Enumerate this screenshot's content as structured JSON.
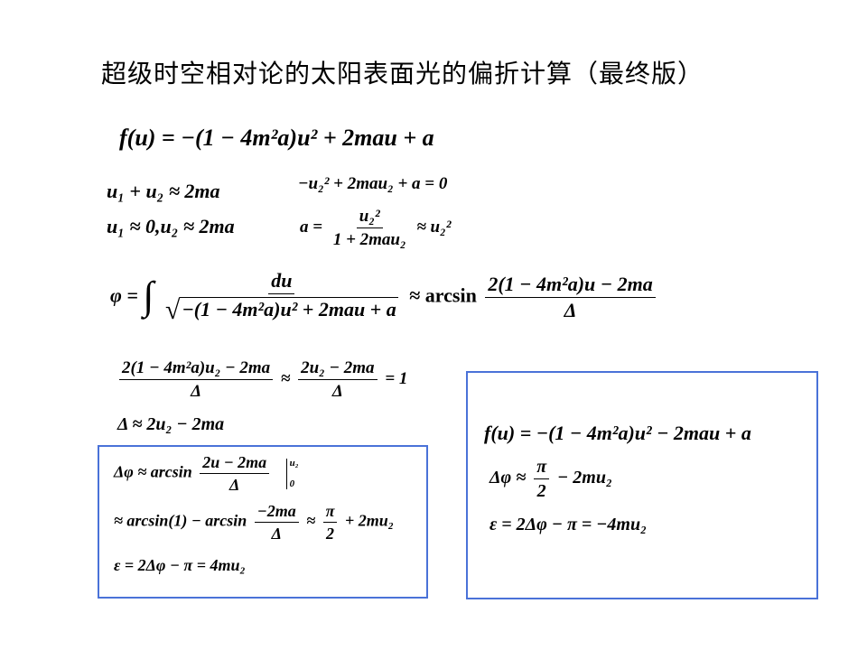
{
  "title": "超级时空相对论的太阳表面光的偏折计算（最终版）",
  "eq_f": {
    "lhs": "f(u) = ",
    "rhs": "−(1 − 4m²a)u² + 2mau + a"
  },
  "eq_sum": "u₁ + u₂ ≈ 2ma",
  "eq_roots": "u₁ ≈ 0,u₂ ≈ 2ma",
  "eq_quad": "−u₂² + 2mau₂ + a = 0",
  "eq_a": {
    "lhs": "a = ",
    "num": "u₂²",
    "den": "1 + 2mau₂",
    "rhs": "≈ u₂²"
  },
  "eq_phi": {
    "lhs": "φ = ",
    "int_num": "du",
    "int_den_rad": "−(1 − 4m²a)u² + 2mau + a",
    "approx": "≈ arcsin",
    "frac_num": "2(1 − 4m²a)u − 2ma",
    "frac_den": "Δ"
  },
  "eq_ratio": {
    "num1": "2(1 − 4m²a)u₂ − 2ma",
    "den1": "Δ",
    "mid": "≈",
    "num2": "2u₂ − 2ma",
    "den2": "Δ",
    "rhs": "= 1"
  },
  "eq_delta": "Δ ≈ 2u₂ − 2ma",
  "left_box": {
    "line1_lhs": "Δφ ≈ arcsin",
    "line1_num": "2u − 2ma",
    "line1_den": "Δ",
    "line1_upper": "u₂",
    "line1_lower": "0",
    "line2_lhs": "≈ arcsin(1) − arcsin",
    "line2_num": "−2ma",
    "line2_den": "Δ",
    "line2_mid": "≈",
    "line2_num2": "π",
    "line2_den2": "2",
    "line2_rhs": "+ 2mu₂",
    "line3": "ε = 2Δφ − π = 4mu₂"
  },
  "right_box": {
    "line1": "f(u) = −(1 − 4m²a)u² − 2mau + a",
    "line2_lhs": "Δφ ≈",
    "line2_num": "π",
    "line2_den": "2",
    "line2_rhs": "− 2mu₂",
    "line3": "ε = 2Δφ − π = −4mu₂"
  },
  "colors": {
    "box_border": "#4a72d8",
    "text": "#000000",
    "background": "#ffffff"
  }
}
